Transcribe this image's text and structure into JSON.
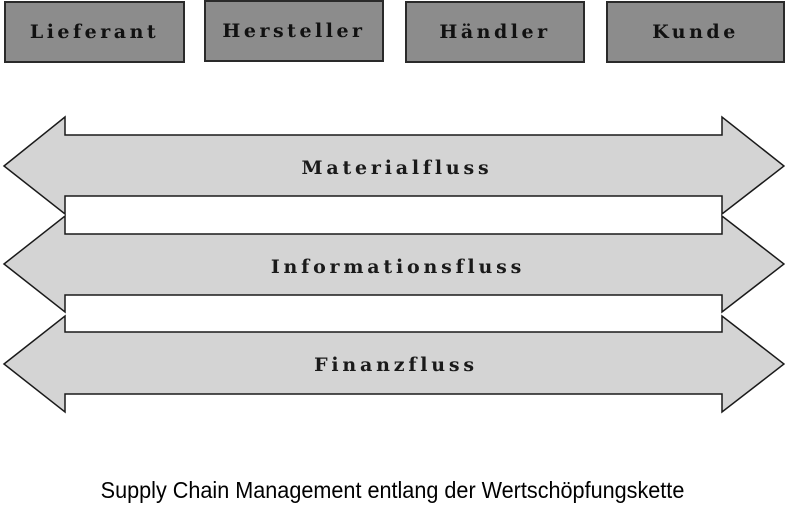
{
  "stages": [
    "Lieferant",
    "Hersteller",
    "Händler",
    "Kunde"
  ],
  "flows": [
    "Materialfluss",
    "Informationsfluss",
    "Finanzfluss"
  ],
  "caption": "Supply Chain Management entlang der Wertschöpfungskette",
  "colors": {
    "stage_fill": "#8c8c8c",
    "arrow_fill": "#d4d4d4",
    "outline": "#1a1a1a"
  }
}
